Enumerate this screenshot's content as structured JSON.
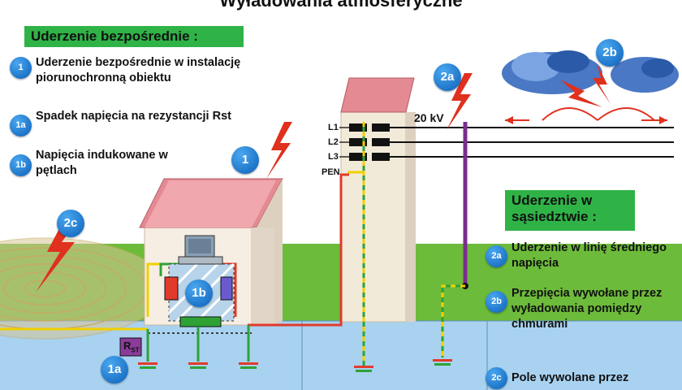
{
  "title": "Wyładowania atmosferyczne",
  "direct": {
    "header": "Uderzenie bezpośrednie :",
    "items": [
      {
        "badge": "1",
        "text": "Uderzenie bezpośrednie w instalację piorunochronną obiektu"
      },
      {
        "badge": "1a",
        "text": "Spadek napięcia na rezystancji Rst"
      },
      {
        "badge": "1b",
        "text": "Napięcia indukowane w pętlach"
      }
    ]
  },
  "nearby": {
    "header": "Uderzenie w sąsiedztwie :",
    "items": [
      {
        "badge": "2a",
        "text": "Uderzenie w linię średniego napięcia"
      },
      {
        "badge": "2b",
        "text": "Przepięcia wywołane przez wyładowania pomiędzy chmurami"
      },
      {
        "badge": "2c",
        "text": "Pole wywolane przez"
      }
    ]
  },
  "diagram": {
    "voltage": "20 kV",
    "conductors": [
      "L1",
      "L2",
      "L3",
      "PEN"
    ],
    "resistor": "R",
    "resistor_sub": "ST",
    "markers": [
      "1",
      "1a",
      "1b",
      "2a",
      "2b",
      "2c"
    ]
  },
  "colors": {
    "header_green": "#2fb347",
    "badge_blue": "#1273d4",
    "lightning_red": "#e0301e",
    "roof_pink": "#e38a93",
    "grass": "#6dbb3a",
    "ground": "#9fc9ec"
  }
}
